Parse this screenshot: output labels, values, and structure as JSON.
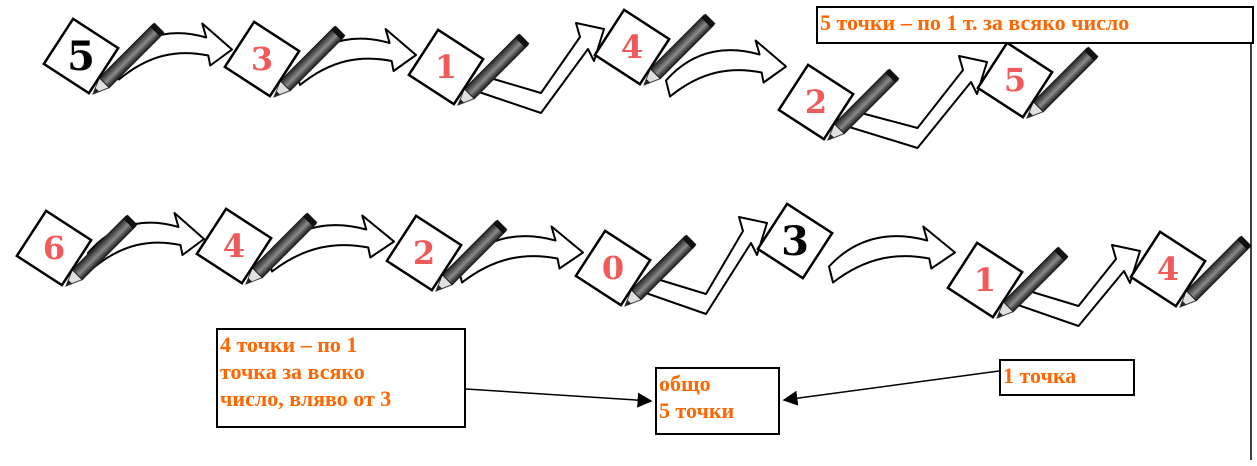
{
  "colors": {
    "shown": "#000000",
    "written": "#f15a5a",
    "note": "#ff6600",
    "stroke": "#000000"
  },
  "row1": [
    {
      "value": "5",
      "kind": "shown"
    },
    {
      "value": "3",
      "kind": "written"
    },
    {
      "value": "1",
      "kind": "written"
    },
    {
      "value": "4",
      "kind": "written"
    },
    {
      "value": "2",
      "kind": "written"
    },
    {
      "value": "5",
      "kind": "written"
    }
  ],
  "row2": [
    {
      "value": "6",
      "kind": "written"
    },
    {
      "value": "4",
      "kind": "written"
    },
    {
      "value": "2",
      "kind": "written"
    },
    {
      "value": "0",
      "kind": "written"
    },
    {
      "value": "3",
      "kind": "shown"
    },
    {
      "value": "1",
      "kind": "written"
    },
    {
      "value": "4",
      "kind": "written"
    }
  ],
  "notes": {
    "row1_points": "5 точки – по 1 т. за всяко число",
    "left_points": [
      "4 точки – по 1",
      "точка за всяко",
      "число, вляво от 3"
    ],
    "right_points": "1 точка",
    "total": [
      "общо",
      "5 точки"
    ]
  },
  "icons": {
    "arrow": "curved-arrow-icon",
    "bent_arrow": "bent-arrow-icon",
    "pencil": "pencil-icon"
  }
}
